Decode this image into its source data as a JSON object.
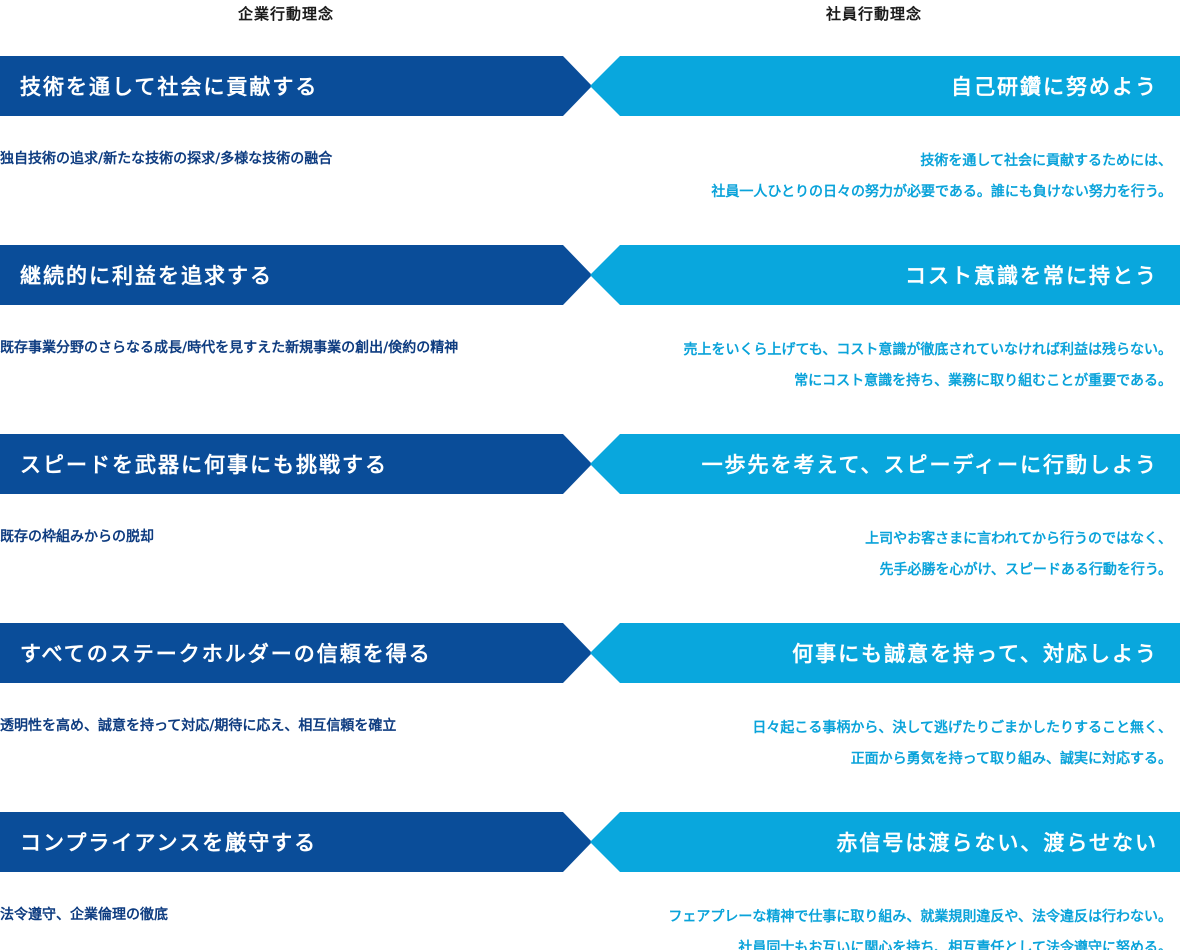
{
  "headings": {
    "left": "企業行動理念",
    "right": "社員行動理念"
  },
  "rows": [
    {
      "corporate_title": "技術を通して社会に貢献する",
      "corporate_desc": "独自技術の追求/新たな技術の探求/多様な技術の融合",
      "employee_title": "自己研鑽に努めよう",
      "employee_desc": [
        "技術を通して社会に貢献するためには、",
        "社員一人ひとりの日々の努力が必要である。誰にも負けない努力を行う。"
      ]
    },
    {
      "corporate_title": "継続的に利益を追求する",
      "corporate_desc": "既存事業分野のさらなる成長/時代を見すえた新規事業の創出/倹約の精神",
      "employee_title": "コスト意識を常に持とう",
      "employee_desc": [
        "売上をいくら上げても、コスト意識が徹底されていなければ利益は残らない。",
        "常にコスト意識を持ち、業務に取り組むことが重要である。"
      ]
    },
    {
      "corporate_title": "スピードを武器に何事にも挑戦する",
      "corporate_desc": "既存の枠組みからの脱却",
      "employee_title": "一歩先を考えて、スピーディーに行動しよう",
      "employee_desc": [
        "上司やお客さまに言われてから行うのではなく、",
        "先手必勝を心がけ、スピードある行動を行う。"
      ]
    },
    {
      "corporate_title": "すべてのステークホルダーの信頼を得る",
      "corporate_desc": "透明性を高め、誠意を持って対応/期待に応え、相互信頼を確立",
      "employee_title": "何事にも誠意を持って、対応しよう",
      "employee_desc": [
        "日々起こる事柄から、決して逃げたりごまかしたりすること無く、",
        "正面から勇気を持って取り組み、誠実に対応する。"
      ]
    },
    {
      "corporate_title": "コンプライアンスを厳守する",
      "corporate_desc": "法令遵守、企業倫理の徹底",
      "employee_title": "赤信号は渡らない、渡らせない",
      "employee_desc": [
        "フェアプレーな精神で仕事に取り組み、就業規則違反や、法令違反は行わない。",
        "社員同士もお互いに関心を持ち、相互責任として法令遵守に努める。"
      ]
    }
  ],
  "colors": {
    "corporate_banner": "#0a4d99",
    "employee_banner": "#09a7dd",
    "corporate_text": "#0e3c80",
    "employee_text": "#0aa3da"
  }
}
